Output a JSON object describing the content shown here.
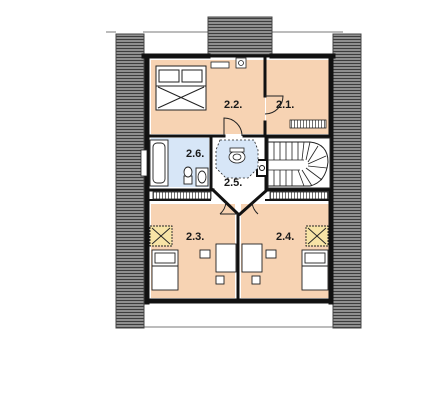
{
  "floor_plan": {
    "rooms": [
      {
        "id": "2.2.",
        "label": "2.2.",
        "fill": "#f7d3b3"
      },
      {
        "id": "2.1.",
        "label": "2.1.",
        "fill": "#f7d3b3"
      },
      {
        "id": "2.6.",
        "label": "2.6.",
        "fill": "#d7e6f7"
      },
      {
        "id": "2.5.",
        "label": "2.5.",
        "fill": "#ffffff"
      },
      {
        "id": "2.3.",
        "label": "2.3.",
        "fill": "#f7d3b3"
      },
      {
        "id": "2.4.",
        "label": "2.4.",
        "fill": "#f7d3b3"
      }
    ],
    "colors": {
      "wall": "#111111",
      "roof": "#9a9a9a",
      "roof_lines": "#4a4a4a",
      "warm_room": "#f7d3b3",
      "bathroom": "#d7e6f7",
      "furniture": "#ffffff"
    }
  }
}
